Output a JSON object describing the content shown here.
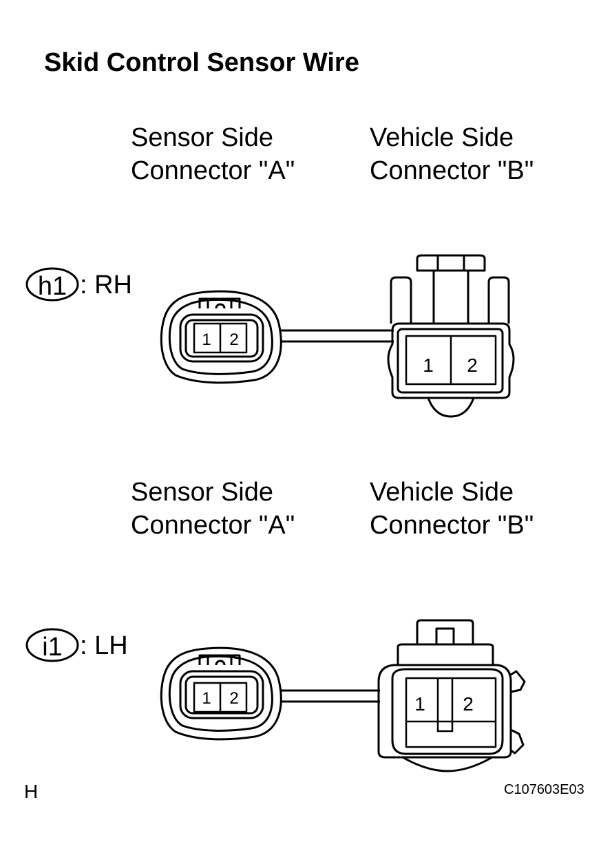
{
  "title": "Skid Control Sensor Wire",
  "sections": [
    {
      "connector_code": "h1",
      "side": ": RH",
      "sensor_label": [
        "Sensor Side",
        "Connector \"A\""
      ],
      "vehicle_label": [
        "Vehicle Side",
        "Connector \"B\""
      ],
      "connector_a_pins": [
        "1",
        "2"
      ],
      "connector_b_pins": [
        "1",
        "2"
      ]
    },
    {
      "connector_code": "i1",
      "side": ": LH",
      "sensor_label": [
        "Sensor Side",
        "Connector \"A\""
      ],
      "vehicle_label": [
        "Vehicle Side",
        "Connector \"B\""
      ],
      "connector_a_pins": [
        "1",
        "2"
      ],
      "connector_b_pins": [
        "1",
        "2"
      ]
    }
  ],
  "footer": {
    "left": "H",
    "right": "C107603E03"
  }
}
